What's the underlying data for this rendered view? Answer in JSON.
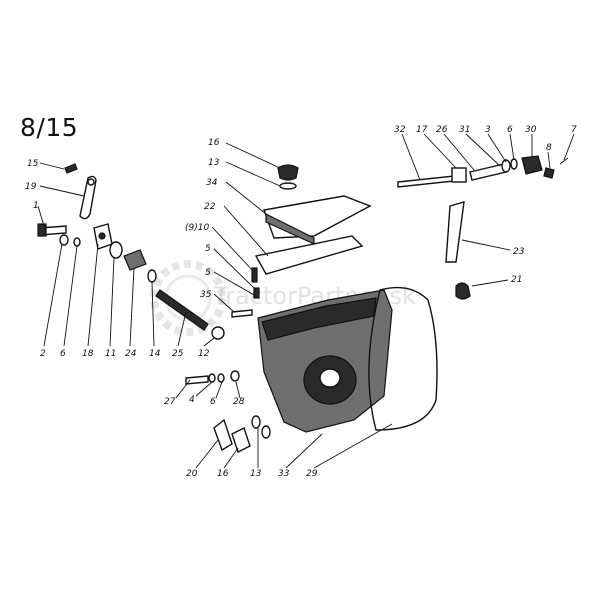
{
  "sheet_id": "8/15",
  "watermark": "TractorPartner.sk",
  "callouts": {
    "c15": "15",
    "c19": "19",
    "c1": "1",
    "c2": "2",
    "c6a": "6",
    "c18": "18",
    "c11": "11",
    "c24": "24",
    "c14": "14",
    "c25": "25",
    "c12": "12",
    "c16a": "16",
    "c13a": "13",
    "c34": "34",
    "c22": "22",
    "c910": "(9)10",
    "c5a": "5",
    "c5b": "5",
    "c35": "35",
    "c27": "27",
    "c4": "4",
    "c6b": "6",
    "c28": "28",
    "c20": "20",
    "c16b": "16",
    "c13b": "13",
    "c33": "33",
    "c29": "29",
    "c32": "32",
    "c17": "17",
    "c26": "26",
    "c31": "31",
    "c3": "3",
    "c6c": "6",
    "c30": "30",
    "c8": "8",
    "c7": "7",
    "c23": "23",
    "c21": "21"
  },
  "icons": {
    "gear": "gear-watermark-icon"
  }
}
